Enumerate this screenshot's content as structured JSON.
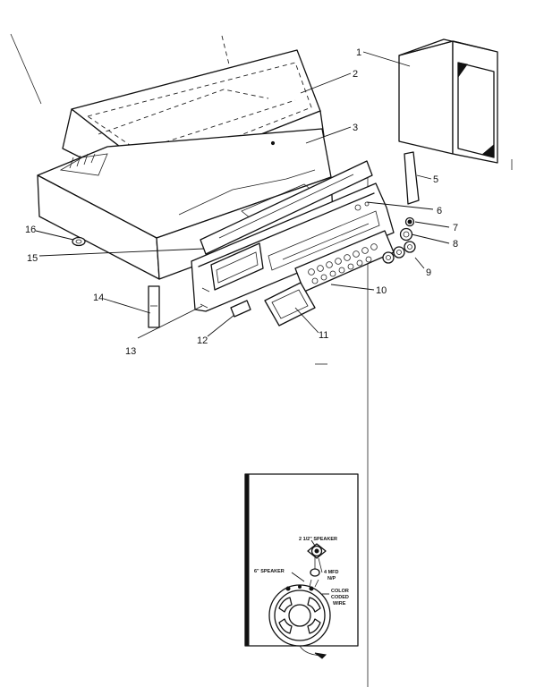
{
  "callouts": [
    {
      "id": "1",
      "text": "1"
    },
    {
      "id": "2",
      "text": "2"
    },
    {
      "id": "3",
      "text": "3"
    },
    {
      "id": "5",
      "text": "5"
    },
    {
      "id": "6",
      "text": "6"
    },
    {
      "id": "7",
      "text": "7"
    },
    {
      "id": "8",
      "text": "8"
    },
    {
      "id": "9",
      "text": "9"
    },
    {
      "id": "10",
      "text": "10"
    },
    {
      "id": "11",
      "text": "11"
    },
    {
      "id": "12",
      "text": "12"
    },
    {
      "id": "13",
      "text": "13"
    },
    {
      "id": "14",
      "text": "14"
    },
    {
      "id": "15",
      "text": "15"
    },
    {
      "id": "16",
      "text": "16"
    }
  ],
  "wiring": {
    "small_speaker": "2 1/2\" SPEAKER",
    "large_speaker": "6\" SPEAKER",
    "capacitor": "4 MFD",
    "capacitor_type": "N/P",
    "wire_note_1": "COLOR",
    "wire_note_2": "CODED",
    "wire_note_3": "WIRE"
  }
}
